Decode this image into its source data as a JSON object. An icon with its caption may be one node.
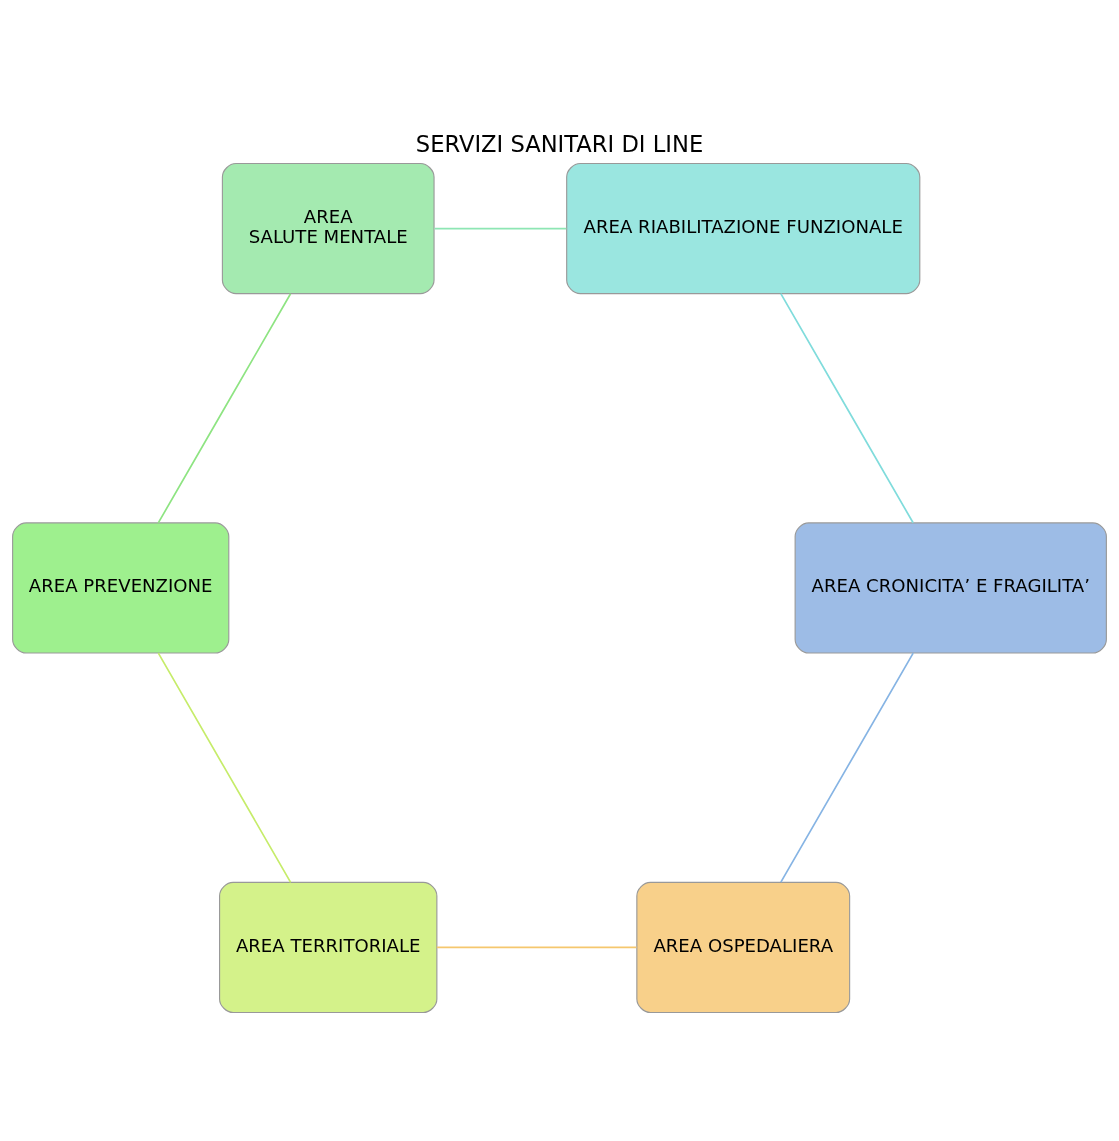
{
  "diagram": {
    "title": "SERVIZI SANITARI DI LINE",
    "nodes": [
      {
        "text": [
          "AREA OSPEDALIERA"
        ]
      },
      {
        "text": [
          "AREA CRONICITA’ E FRAGILITA’"
        ]
      },
      {
        "text": [
          "AREA TERRITORIALE"
        ]
      },
      {
        "text": [
          "AREA RIABILITAZIONE FUNZIONALE"
        ]
      },
      {
        "text": [
          "AREA PREVENZIONE"
        ]
      },
      {
        "text": [
          "AREA",
          "SALUTE MENTALE"
        ]
      }
    ],
    "edges": [
      {
        "from": 0,
        "to": 2,
        "arrow": "none",
        "color": "#f5c76e"
      },
      {
        "from": 2,
        "to": 4,
        "arrow": "none",
        "color": "#c6ec6a"
      },
      {
        "from": 4,
        "to": 5,
        "arrow": "none",
        "color": "#8ee482"
      },
      {
        "from": 5,
        "to": 3,
        "arrow": "none",
        "color": "#8ee6b4"
      },
      {
        "from": 3,
        "to": 1,
        "arrow": "none",
        "color": "#80dcdc"
      },
      {
        "from": 1,
        "to": 0,
        "arrow": "none",
        "color": "#86b4e4"
      }
    ]
  }
}
